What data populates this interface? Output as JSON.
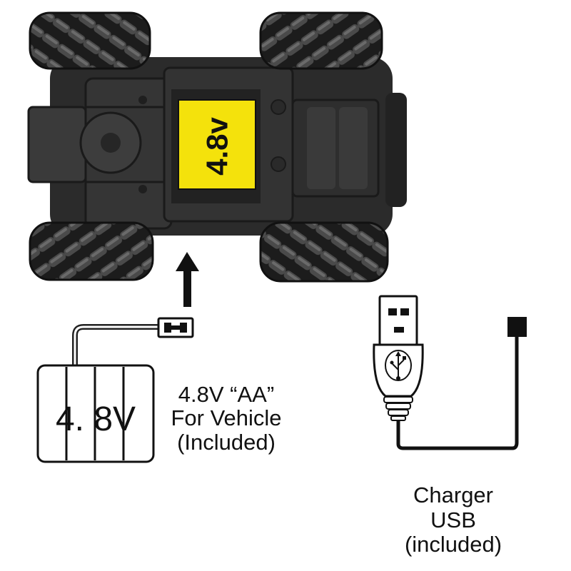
{
  "vehicle": {
    "battery_label": "4.8v",
    "label_color": "#f4e20c",
    "body_color": "#2b2b2b"
  },
  "battery_pack": {
    "label": "4. 8V",
    "caption": {
      "line1": "4.8V “AA”",
      "line2": "For Vehicle",
      "line3": "(Included)"
    }
  },
  "charger": {
    "caption": {
      "line1": "Charger",
      "line2": "USB",
      "line3": "(included)"
    }
  },
  "icons": [
    "arrow-up-icon",
    "usb-icon",
    "connector-icon"
  ]
}
